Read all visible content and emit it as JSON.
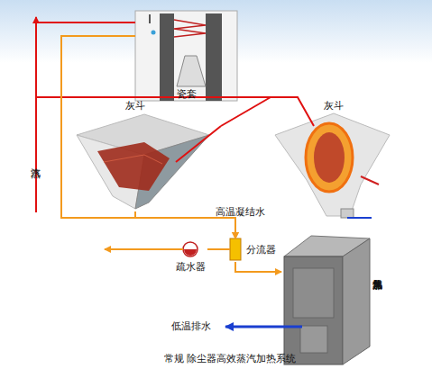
{
  "diagram": {
    "caption": "常规 除尘器高效蒸汽加热系统",
    "nodes": [
      {
        "text": [
          "瓷套"
        ]
      },
      {
        "text": [
          "灰斗"
        ]
      },
      {
        "text": [
          "灰斗"
        ]
      },
      {
        "text": [
          "分流器"
        ]
      },
      {
        "text": [
          "疏水器"
        ]
      },
      {
        "text": [
          "灰斗气化风加热器"
        ]
      }
    ],
    "edges": [
      {
        "from": 0,
        "to": 3,
        "label": "高温凝结水",
        "arrow": "to"
      },
      {
        "from": 1,
        "to": 3,
        "arrow": "to"
      },
      {
        "from": 3,
        "to": 4,
        "arrow": "none"
      },
      {
        "from": 3,
        "to": 5,
        "arrow": "to"
      }
    ],
    "labels": [
      "蒸汽",
      "低温排水"
    ]
  }
}
